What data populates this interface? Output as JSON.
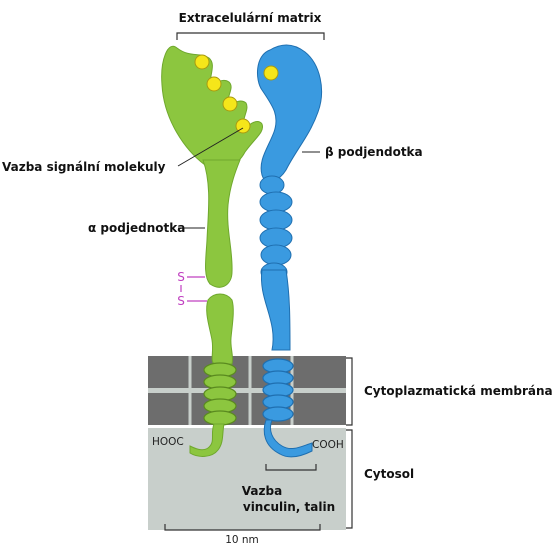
{
  "diagram": {
    "labels": {
      "extracellular_matrix": "Extracelulární matrix",
      "signal_binding": "Vazba signální molekuly",
      "beta_subunit": "β podjendotka",
      "alpha_subunit": "α podjednotka",
      "cytoplasmic_membrane": "Cytoplazmatická membrána",
      "cytosol": "Cytosol",
      "vinculin_binding_line1": "Vazba",
      "vinculin_binding_line2": "vinculin, talin",
      "hooc": "HOOC",
      "cooh": "COOH",
      "sulfur_top": "S",
      "sulfur_bottom": "S",
      "scale": "10 nm"
    },
    "colors": {
      "alpha": "#8cc63f",
      "alpha_stroke": "#5a8a1f",
      "beta": "#3a9ae0",
      "beta_stroke": "#1f6fb0",
      "ligand": "#f5e61a",
      "membrane": "#6d6d6d",
      "cytosol": "#c8cfcb",
      "disulfide": "#c040c0"
    }
  }
}
